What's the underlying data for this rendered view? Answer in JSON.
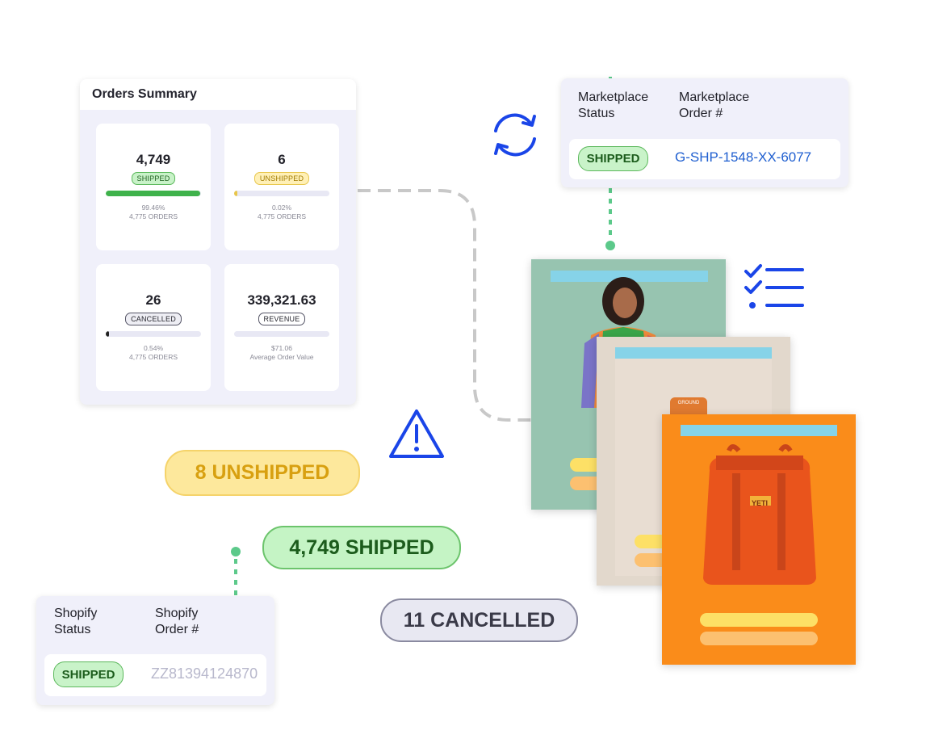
{
  "summary": {
    "title": "Orders Summary",
    "tiles": [
      {
        "value": "4,749",
        "label": "SHIPPED",
        "percent": "99.46%",
        "orders": "4,775 ORDERS",
        "fill": 0.9946
      },
      {
        "value": "6",
        "label": "UNSHIPPED",
        "percent": "0.02%",
        "orders": "4,775 ORDERS",
        "fill": 0.0002
      },
      {
        "value": "26",
        "label": "CANCELLED",
        "percent": "0.54%",
        "orders": "4,775 ORDERS",
        "fill": 0.0054
      },
      {
        "value": "339,321.63",
        "label": "REVENUE",
        "percent": "$71.06",
        "orders": "Average Order Value",
        "fill": 0
      }
    ]
  },
  "marketplace": {
    "status_header_1": "Marketplace",
    "status_header_2": "Status",
    "order_header_1": "Marketplace",
    "order_header_2": "Order #",
    "status": "SHIPPED",
    "order_number": "G-SHP-1548-XX-6077"
  },
  "shopify": {
    "status_header_1": "Shopify",
    "status_header_2": "Status",
    "order_header_1": "Shopify",
    "order_header_2": "Order #",
    "status": "SHIPPED",
    "order_number": "ZZ81394124870"
  },
  "badges": {
    "unshipped": "8 UNSHIPPED",
    "shipped": "4,749 SHIPPED",
    "cancelled": "11 CANCELLED"
  },
  "product_bag_brand": "YETI",
  "product_bag2_brand": "GROUND",
  "colors": {
    "accent_blue": "#1a45e8",
    "green_dot": "#5cc98a",
    "orange_card": "#fa8c1a"
  }
}
